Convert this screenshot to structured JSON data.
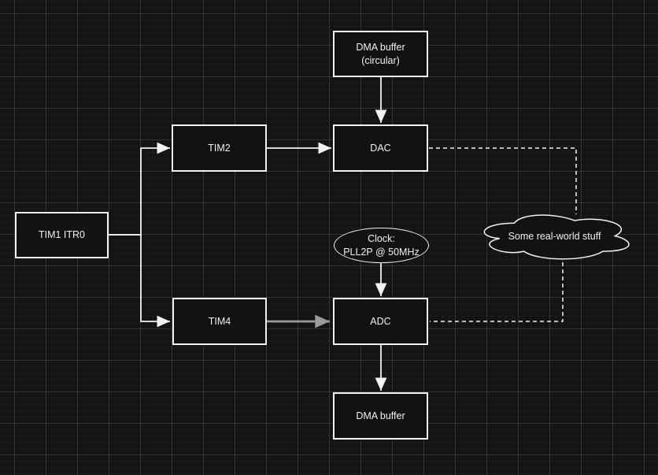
{
  "diagram": {
    "nodes": {
      "dma_buffer_circular": {
        "label": "DMA buffer\n(circular)",
        "shape": "rectangle"
      },
      "tim2": {
        "label": "TIM2",
        "shape": "rectangle"
      },
      "dac": {
        "label": "DAC",
        "shape": "rectangle"
      },
      "tim1_itr0": {
        "label": "TIM1 ITR0",
        "shape": "rectangle"
      },
      "clock": {
        "label": "Clock:\nPLL2P @ 50MHz",
        "shape": "ellipse"
      },
      "tim4": {
        "label": "TIM4",
        "shape": "rectangle"
      },
      "adc": {
        "label": "ADC",
        "shape": "rectangle"
      },
      "dma_buffer": {
        "label": "DMA buffer",
        "shape": "rectangle"
      },
      "cloud": {
        "label": "Some real-world stuff",
        "shape": "cloud"
      }
    },
    "edges": [
      {
        "from": "tim1_itr0",
        "to": "tim2",
        "style": "solid-arrow"
      },
      {
        "from": "tim1_itr0",
        "to": "tim4",
        "style": "solid-arrow"
      },
      {
        "from": "tim2",
        "to": "dac",
        "style": "solid-arrow"
      },
      {
        "from": "tim4",
        "to": "adc",
        "style": "solid-arrow-gray"
      },
      {
        "from": "dma_buffer_circular",
        "to": "dac",
        "style": "solid-arrow"
      },
      {
        "from": "clock",
        "to": "adc",
        "style": "solid-arrow"
      },
      {
        "from": "adc",
        "to": "dma_buffer",
        "style": "solid-arrow"
      },
      {
        "from": "dac",
        "to": "cloud",
        "style": "dashed"
      },
      {
        "from": "cloud",
        "to": "adc",
        "style": "dashed"
      }
    ],
    "colors": {
      "background": "#131313",
      "node_fill": "#121212",
      "stroke": "#f2f2f2",
      "text": "#f0f0f0",
      "muted_arrow": "#9a9a9a"
    }
  }
}
